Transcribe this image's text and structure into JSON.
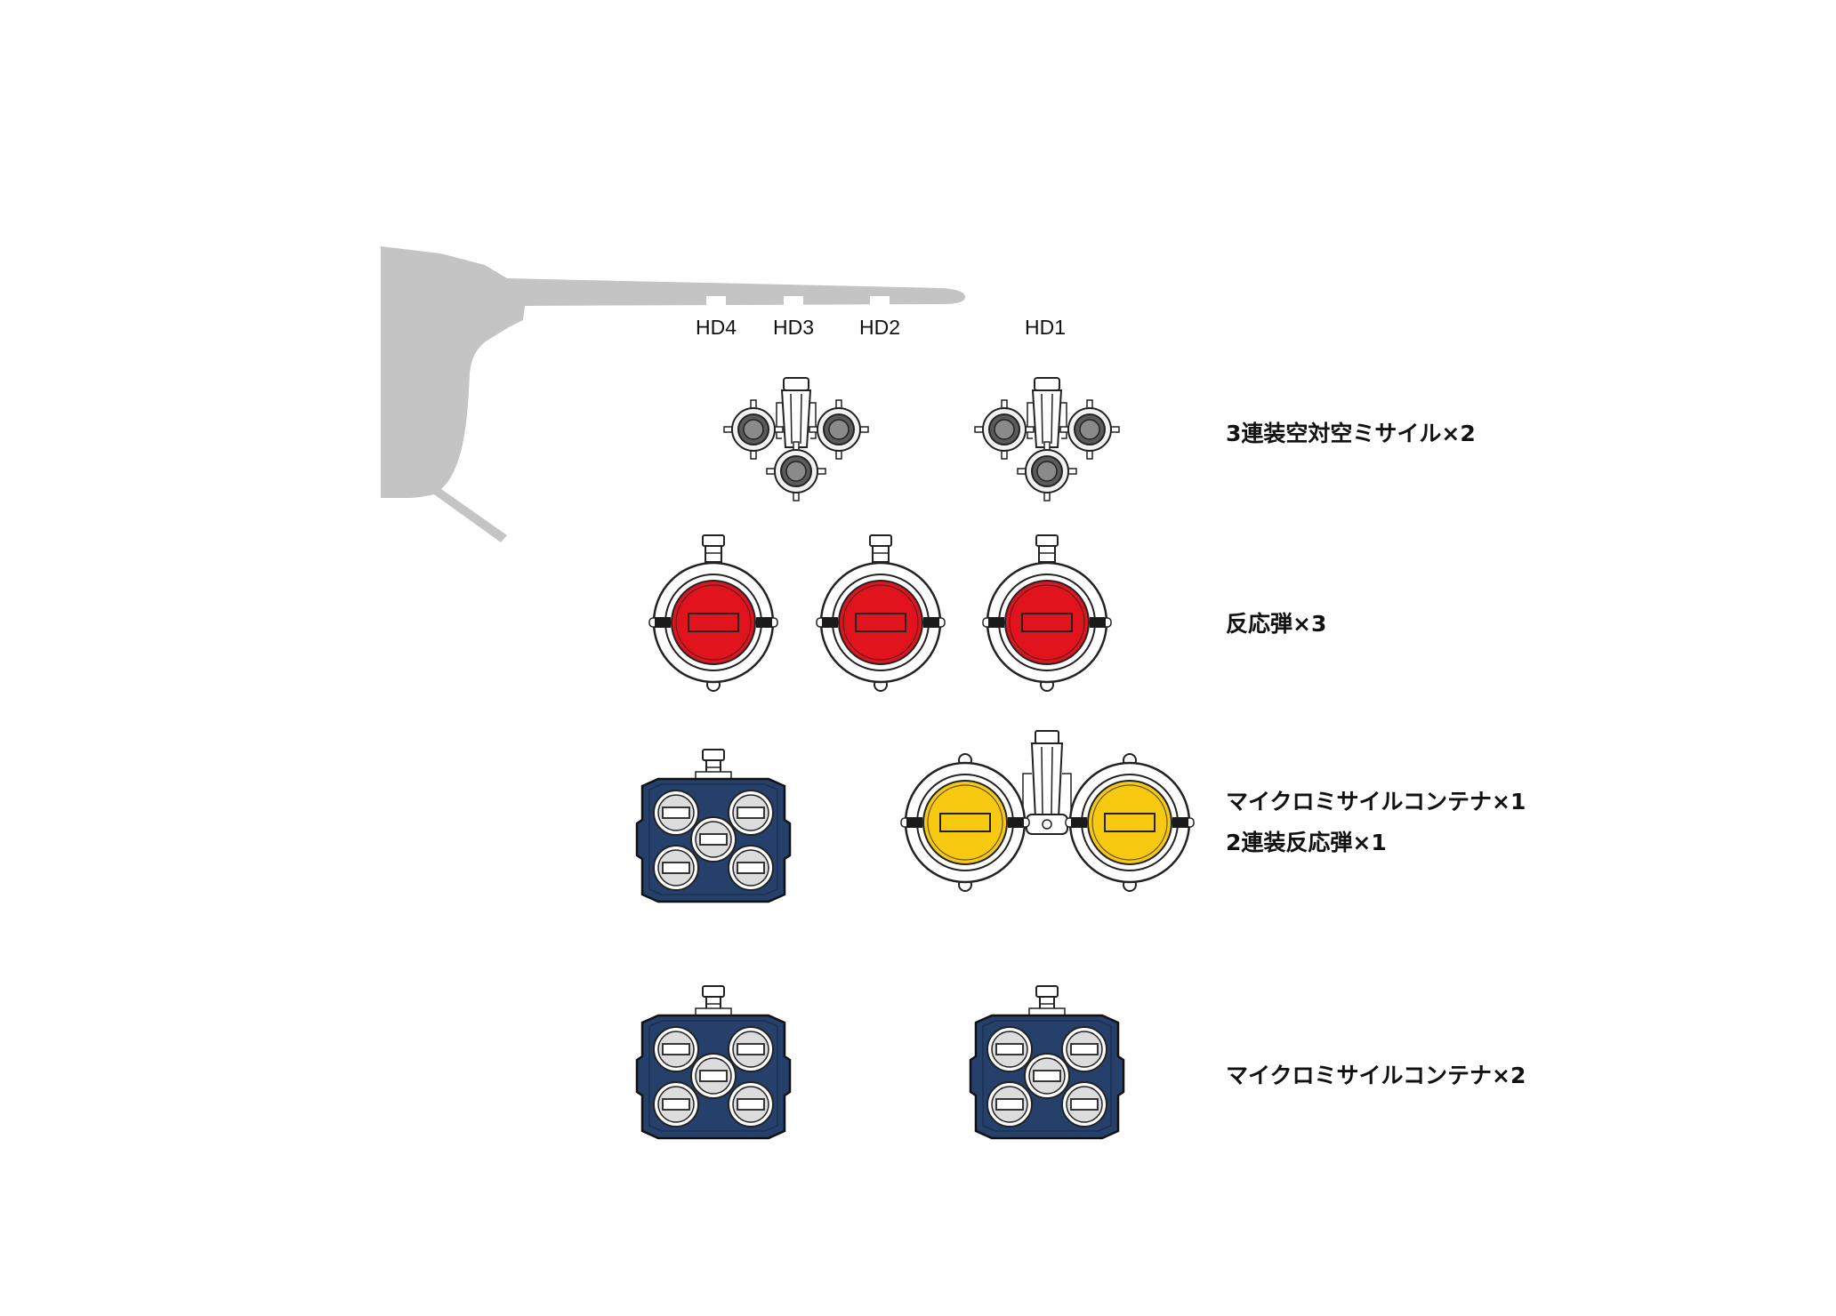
{
  "hardpoints": [
    "HD4",
    "HD3",
    "HD2",
    "HD1"
  ],
  "rows": [
    {
      "id": "aa-missile",
      "label": "3連装空対空ミサイル×2"
    },
    {
      "id": "reactive",
      "label": "反応弾×3"
    },
    {
      "id": "micro-and-twin-1",
      "label": "マイクロミサイルコンテナ×1"
    },
    {
      "id": "micro-and-twin-2",
      "label": "2連装反応弾×1"
    },
    {
      "id": "micro-2",
      "label": "マイクロミサイルコンテナ×2"
    }
  ],
  "colors": {
    "wing": "#c4c4c4",
    "reactive_warhead": "#e1141e",
    "twin_warhead": "#f7c910",
    "micro_container": "#25406b",
    "missile_core": "#8a8a8a",
    "outline": "#222222"
  }
}
